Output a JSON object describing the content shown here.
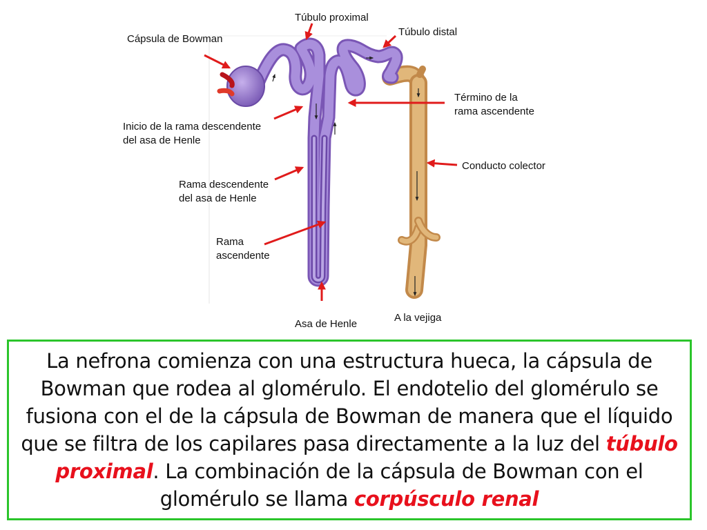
{
  "labels": {
    "tubulo_proximal": "Túbulo proximal",
    "tubulo_distal": "Túbulo distal",
    "capsula_bowman": "Cápsula de Bowman",
    "termino_rama": "Término de la\nrama ascendente",
    "inicio_rama": "Inicio de la rama descendente\n del asa de Henle",
    "conducto_colector": "Conducto colector",
    "rama_descendente": "Rama descendente\ndel asa de Henle",
    "rama_ascendente": "Rama\nascendente",
    "asa_henle": "Asa de Henle",
    "a_la_vejiga": "A la vejiga"
  },
  "paragraph": {
    "part1": "La nefrona comienza con una estructura hueca, la cápsula de Bowman que rodea al glomérulo. El endotelio del glomérulo se fusiona con el de la cápsula de Bowman de manera que el líquido que se filtra de los capilares pasa directamente a la luz del ",
    "highlight1": "túbulo proximal",
    "part2": ". La combinación de la cápsula de Bowman con el glomérulo se llama ",
    "highlight2": "corpúsculo renal"
  },
  "colors": {
    "arrow": "#e01b1b",
    "nephron": "#9c7fd0",
    "collector": "#d9a85c",
    "border": "#2bc52b",
    "highlight": "#e8101c"
  }
}
